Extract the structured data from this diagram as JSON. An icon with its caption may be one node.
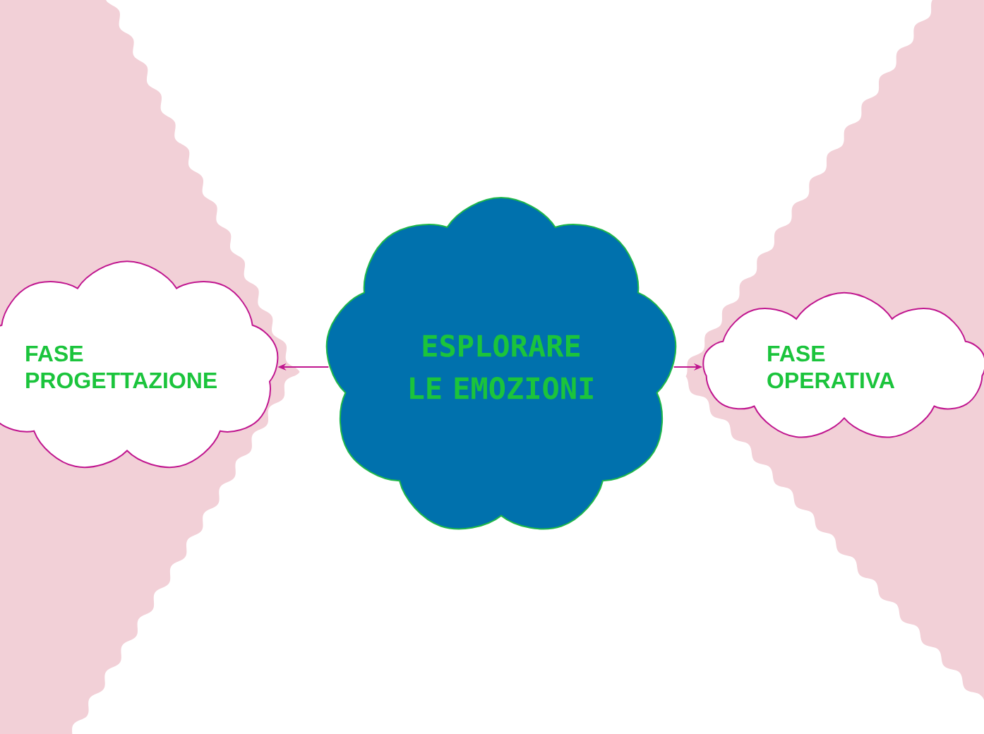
{
  "diagram": {
    "nodes": [
      {
        "text": [
          "ESPLORARE LE EMOZIONI"
        ]
      },
      {
        "text": [
          "FASE PROGETTAZIONE"
        ]
      },
      {
        "text": [
          "FASE OPERATIVA"
        ]
      }
    ],
    "edges": [
      {
        "from": 0,
        "to": 1,
        "arrow": "to"
      },
      {
        "from": 0,
        "to": 2,
        "arrow": "to"
      }
    ]
  }
}
